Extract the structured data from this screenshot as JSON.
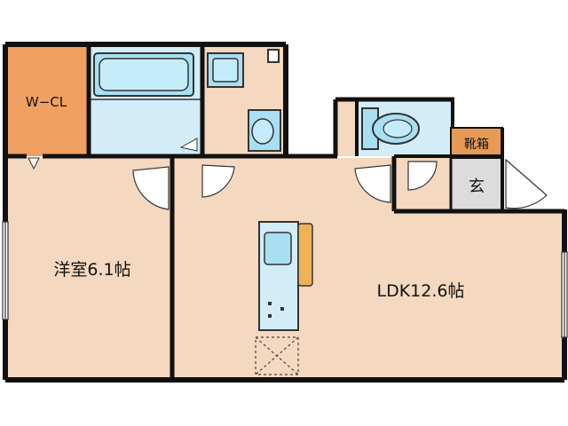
{
  "rooms": {
    "wcl": "W−CL",
    "western_room": "洋室6.1帖",
    "ldk": "LDK12.6帖",
    "genkan": "玄",
    "shoe_box": "靴箱"
  },
  "colors": {
    "wall": "#111111",
    "floor_tan": "#f4d8bf",
    "closet_orange": "#f0a060",
    "wet_area_blue": "#d2ecf8",
    "fixture_blue": "#a9dff2",
    "entry_gray": "#dcdcdc",
    "counter_orange": "#eeb255",
    "shoe_box_bg": "#e79a55"
  },
  "icons": [
    "bathtub-icon",
    "sink-icon",
    "toilet-icon",
    "kitchen-sink-icon",
    "stove-burners-icon",
    "fridge-space-icon"
  ]
}
